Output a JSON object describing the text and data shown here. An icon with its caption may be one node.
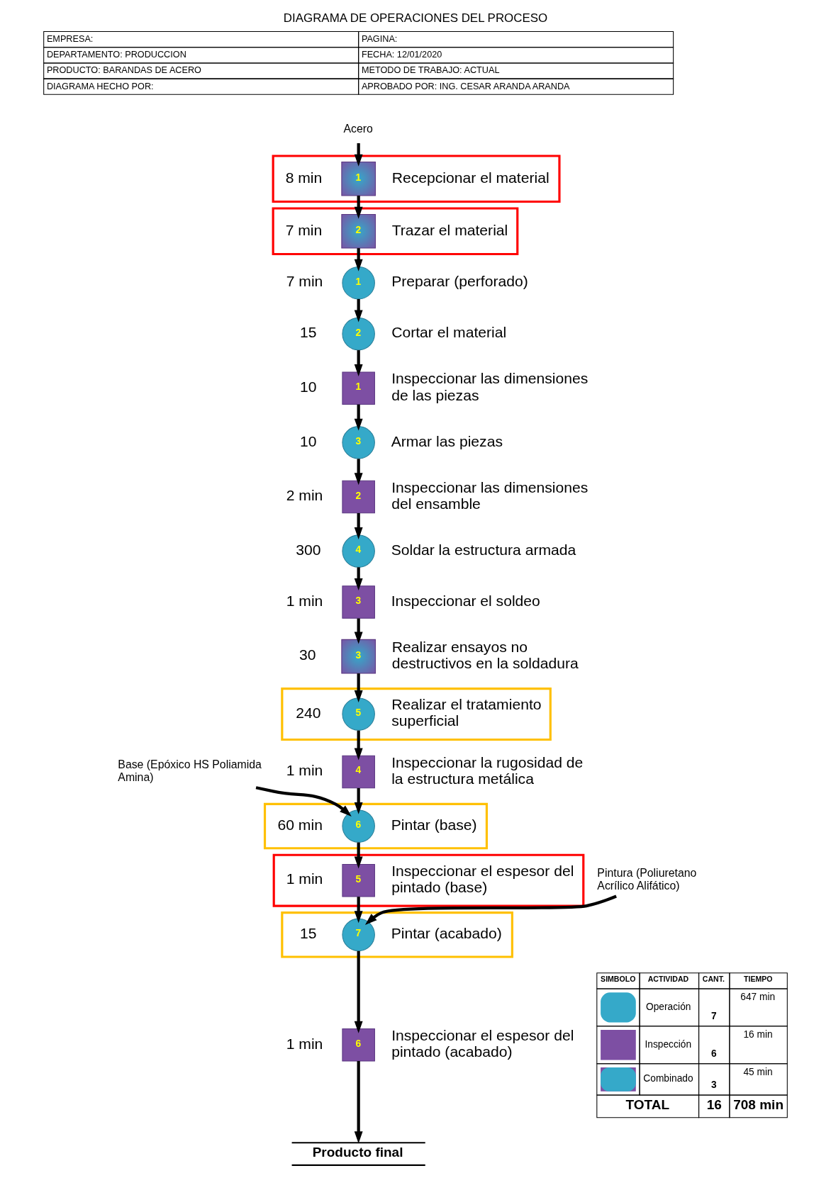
{
  "diagram": {
    "title": "DIAGRAMA DE OPERACIONES DEL PROCESO",
    "nodes": [
      {
        "text": [
          "Acero"
        ]
      },
      {
        "text": [],
        "shape": "box"
      },
      {
        "text": [
          "1"
        ],
        "in": 1,
        "beside": [
          "8 min",
          "Recepcionar el material"
        ]
      },
      {
        "text": [],
        "shape": "box"
      },
      {
        "text": [
          "2"
        ],
        "in": 3,
        "beside": [
          "7 min",
          "Trazar el material"
        ]
      },
      {
        "text": [
          "1"
        ],
        "beside": [
          "7 min",
          "Preparar (perforado)"
        ]
      },
      {
        "text": [
          "2"
        ],
        "beside": [
          "15",
          "Cortar el material"
        ]
      },
      {
        "text": [
          "1"
        ],
        "beside": [
          "10",
          "Inspeccionar las dimensiones de las piezas"
        ]
      },
      {
        "text": [
          "3"
        ],
        "beside": [
          "10",
          "Armar las piezas"
        ]
      },
      {
        "text": [
          "2"
        ],
        "beside": [
          "2 min",
          "Inspeccionar las dimensiones del ensamble"
        ]
      },
      {
        "text": [
          "4"
        ],
        "beside": [
          "300",
          "Soldar la estructura armada"
        ]
      },
      {
        "text": [
          "3"
        ],
        "beside": [
          "1 min",
          "Inspeccionar el soldeo"
        ]
      },
      {
        "text": [
          "3"
        ],
        "beside": [
          "30",
          "Realizar ensayos no destructivos en la soldadura"
        ]
      },
      {
        "text": [],
        "shape": "box"
      },
      {
        "text": [
          "5"
        ],
        "in": 13,
        "beside": [
          "240",
          "Realizar el tratamiento superficial"
        ]
      },
      {
        "text": [
          "4"
        ],
        "beside": [
          "1 min",
          "Inspeccionar la rugosidad de la estructura metálica"
        ]
      },
      {
        "text": [
          "Base (Epóxico HS Poliamida Amina)"
        ]
      },
      {
        "text": [],
        "shape": "box"
      },
      {
        "text": [
          "6"
        ],
        "in": 17,
        "beside": [
          "60 min",
          "Pintar (base)"
        ]
      },
      {
        "text": [],
        "shape": "box"
      },
      {
        "text": [
          "5"
        ],
        "in": 19,
        "beside": [
          "1 min",
          "Inspeccionar el espesor del pintado (base)"
        ]
      },
      {
        "text": [
          "Pintura (Poliuretano Acrílico Alifático)"
        ]
      },
      {
        "text": [],
        "shape": "box"
      },
      {
        "text": [
          "7"
        ],
        "in": 22,
        "beside": [
          "15",
          "Pintar (acabado)"
        ]
      },
      {
        "text": [
          "6"
        ],
        "beside": [
          "1 min",
          "Inspeccionar el espesor del pintado (acabado)"
        ]
      },
      {
        "text": [
          "Producto final"
        ]
      }
    ],
    "edges": [
      {
        "from": 0,
        "to": 2,
        "arrow": "to"
      },
      {
        "from": 2,
        "to": 4,
        "arrow": "to"
      },
      {
        "from": 4,
        "to": 5,
        "arrow": "to"
      },
      {
        "from": 5,
        "to": 6,
        "arrow": "to"
      },
      {
        "from": 6,
        "to": 7,
        "arrow": "to"
      },
      {
        "from": 7,
        "to": 8,
        "arrow": "to"
      },
      {
        "from": 8,
        "to": 9,
        "arrow": "to"
      },
      {
        "from": 9,
        "to": 10,
        "arrow": "to"
      },
      {
        "from": 10,
        "to": 11,
        "arrow": "to"
      },
      {
        "from": 11,
        "to": 12,
        "arrow": "to"
      },
      {
        "from": 12,
        "to": 14,
        "arrow": "to"
      },
      {
        "from": 14,
        "to": 15,
        "arrow": "to"
      },
      {
        "from": 15,
        "to": 18,
        "arrow": "to"
      },
      {
        "from": 16,
        "to": 18,
        "arrow": "to"
      },
      {
        "from": 18,
        "to": 20,
        "arrow": "to"
      },
      {
        "from": 20,
        "to": 23,
        "arrow": "to"
      },
      {
        "from": 21,
        "to": 23,
        "arrow": "to"
      },
      {
        "from": 23,
        "to": 24,
        "arrow": "to"
      },
      {
        "from": 24,
        "to": 25,
        "arrow": "to"
      }
    ],
    "labels": [
      "EMPRESA:",
      "PAGINA:",
      "DEPARTAMENTO: PRODUCCION",
      "FECHA: 12/01/2020",
      "PRODUCTO: BARANDAS DE ACERO",
      "METODO DE TRABAJO: ACTUAL",
      "DIAGRAMA HECHO POR:",
      "APROBADO POR: ING. CESAR ARANDA ARANDA",
      "SIMBOLO",
      "ACTIVIDAD",
      "CANT.",
      "TIEMPO",
      "Operación",
      "7",
      "647 min",
      "Inspección",
      "6",
      "16 min",
      "Combinado",
      "3",
      "45 min",
      "TOTAL",
      "16",
      "708 min"
    ]
  }
}
